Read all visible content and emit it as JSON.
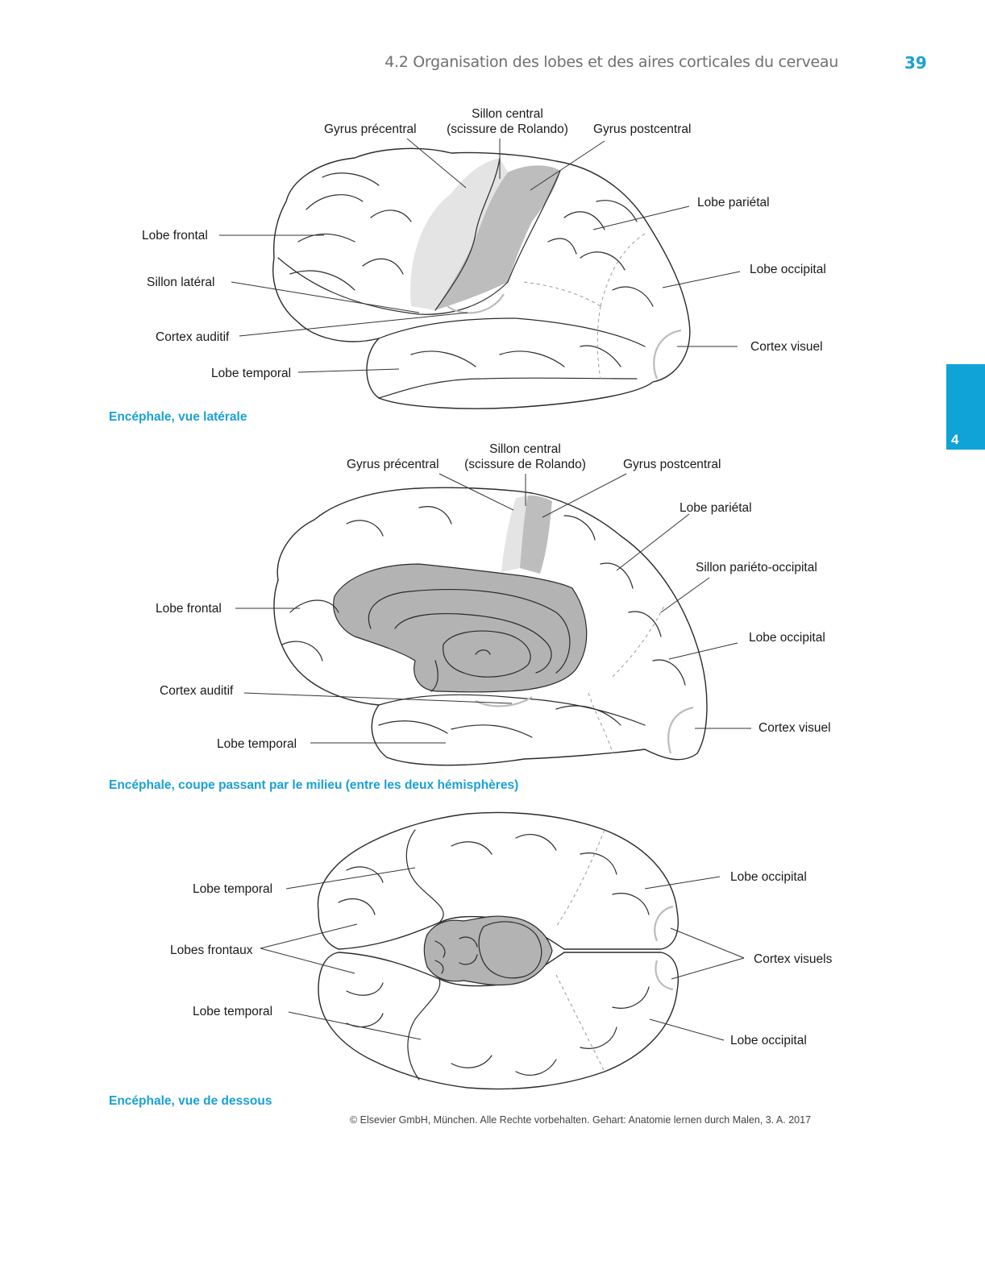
{
  "header": {
    "section_title": "4.2  Organisation des lobes et des aires corticales du cerveau",
    "page_number": "39"
  },
  "chapter_tab": {
    "number": "4",
    "color": "#0fa3d8"
  },
  "figures": {
    "lateral": {
      "caption": "Encéphale, vue latérale",
      "labels": {
        "sillon_central_1": "Sillon central",
        "sillon_central_2": "(scissure de Rolando)",
        "gyrus_precentral": "Gyrus précentral",
        "gyrus_postcentral": "Gyrus postcentral",
        "lobe_parietal": "Lobe pariétal",
        "lobe_frontal": "Lobe frontal",
        "lobe_occipital": "Lobe occipital",
        "sillon_lateral": "Sillon latéral",
        "cortex_auditif": "Cortex auditif",
        "cortex_visuel": "Cortex visuel",
        "lobe_temporal": "Lobe temporal"
      }
    },
    "medial": {
      "caption": "Encéphale, coupe passant par le milieu (entre les deux hémisphères)",
      "labels": {
        "sillon_central_1": "Sillon central",
        "sillon_central_2": "(scissure de Rolando)",
        "gyrus_precentral": "Gyrus précentral",
        "gyrus_postcentral": "Gyrus postcentral",
        "lobe_parietal": "Lobe pariétal",
        "sillon_parieto_occipital": "Sillon pariéto-occipital",
        "lobe_frontal": "Lobe frontal",
        "lobe_occipital": "Lobe occipital",
        "cortex_auditif": "Cortex auditif",
        "cortex_visuel": "Cortex visuel",
        "lobe_temporal": "Lobe temporal"
      }
    },
    "inferior": {
      "caption": "Encéphale, vue de dessous",
      "labels": {
        "lobe_temporal_top": "Lobe temporal",
        "lobes_frontaux": "Lobes frontaux",
        "lobe_temporal_bottom": "Lobe temporal",
        "lobe_occipital_top": "Lobe occipital",
        "cortex_visuels": "Cortex visuels",
        "lobe_occipital_bottom": "Lobe occipital"
      }
    }
  },
  "copyright": "©  Elsevier GmbH, München. Alle Rechte vorbehalten. Gehart: Anatomie lernen durch Malen, 3. A. 2017",
  "colors": {
    "accent": "#1aa0d6",
    "shade_light": "#e4e4e4",
    "shade_dark": "#b3b3b3"
  }
}
